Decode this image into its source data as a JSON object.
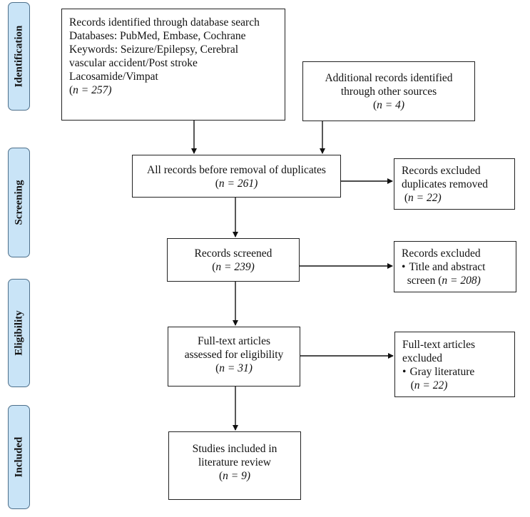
{
  "phases": [
    "Identification",
    "Screening",
    "Eligibility",
    "Included"
  ],
  "boxes": {
    "database": {
      "lines": [
        "Records identified through database search",
        "Databases: PubMed, Embase, Cochrane",
        "Keywords: Seizure/Epilepsy, Cerebral",
        "vascular accident/Post stroke",
        "Lacosamide/Vimpat"
      ],
      "n": "n = 257)"
    },
    "other_sources": {
      "lines": [
        "Additional records identified",
        "through other sources"
      ],
      "n": "n = 4)"
    },
    "all_records": {
      "lines": [
        "All records before removal of duplicates"
      ],
      "n": "n = 261)"
    },
    "dup_excluded": {
      "lines": [
        "Records excluded",
        "duplicates removed"
      ],
      "n": "n = 22)"
    },
    "screened": {
      "lines": [
        "Records screened"
      ],
      "n": "n = 239)"
    },
    "screen_excluded": {
      "title": "Records excluded",
      "bullet": "Title and abstract",
      "line2": "screen (",
      "n": "n = 208)"
    },
    "fulltext": {
      "lines": [
        "Full-text articles",
        "assessed for eligibility"
      ],
      "n": "n = 31)"
    },
    "fulltext_excluded": {
      "lines": [
        "Full-text articles",
        "excluded"
      ],
      "bullet": "Gray literature",
      "n": "n = 22)"
    },
    "included": {
      "lines": [
        "Studies included in",
        "literature review"
      ],
      "n": "n = 9)"
    }
  }
}
